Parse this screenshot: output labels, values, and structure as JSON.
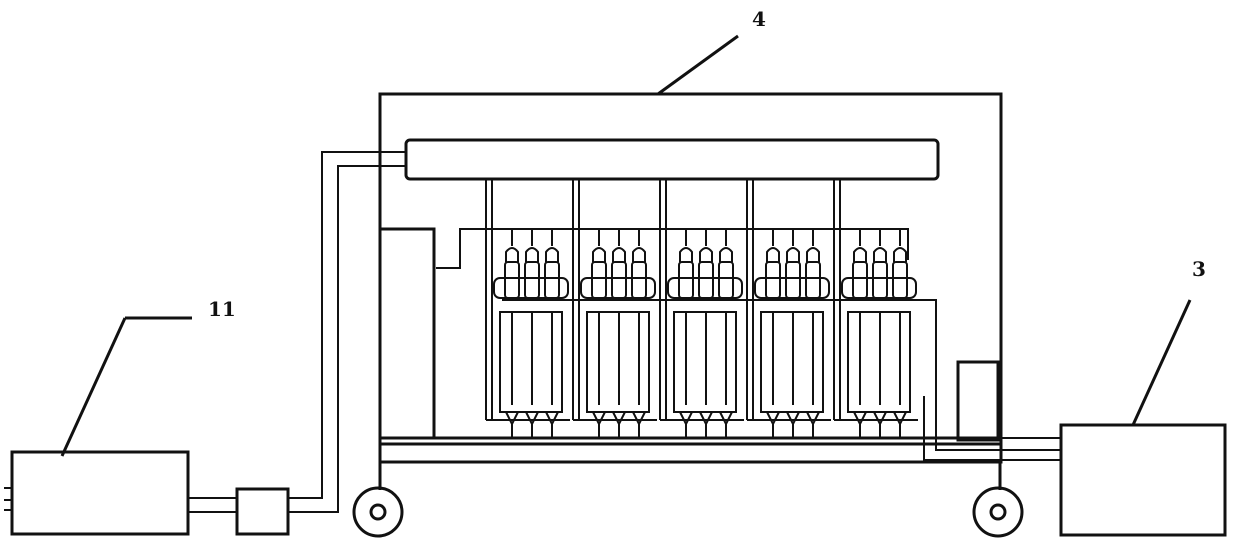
{
  "labels": {
    "main_chamber": "4",
    "left_unit": "11",
    "right_unit": "3"
  },
  "unit_groups": 5,
  "tubes_per_group": 3,
  "colors": {
    "line": "#111111",
    "background": "#ffffff"
  }
}
